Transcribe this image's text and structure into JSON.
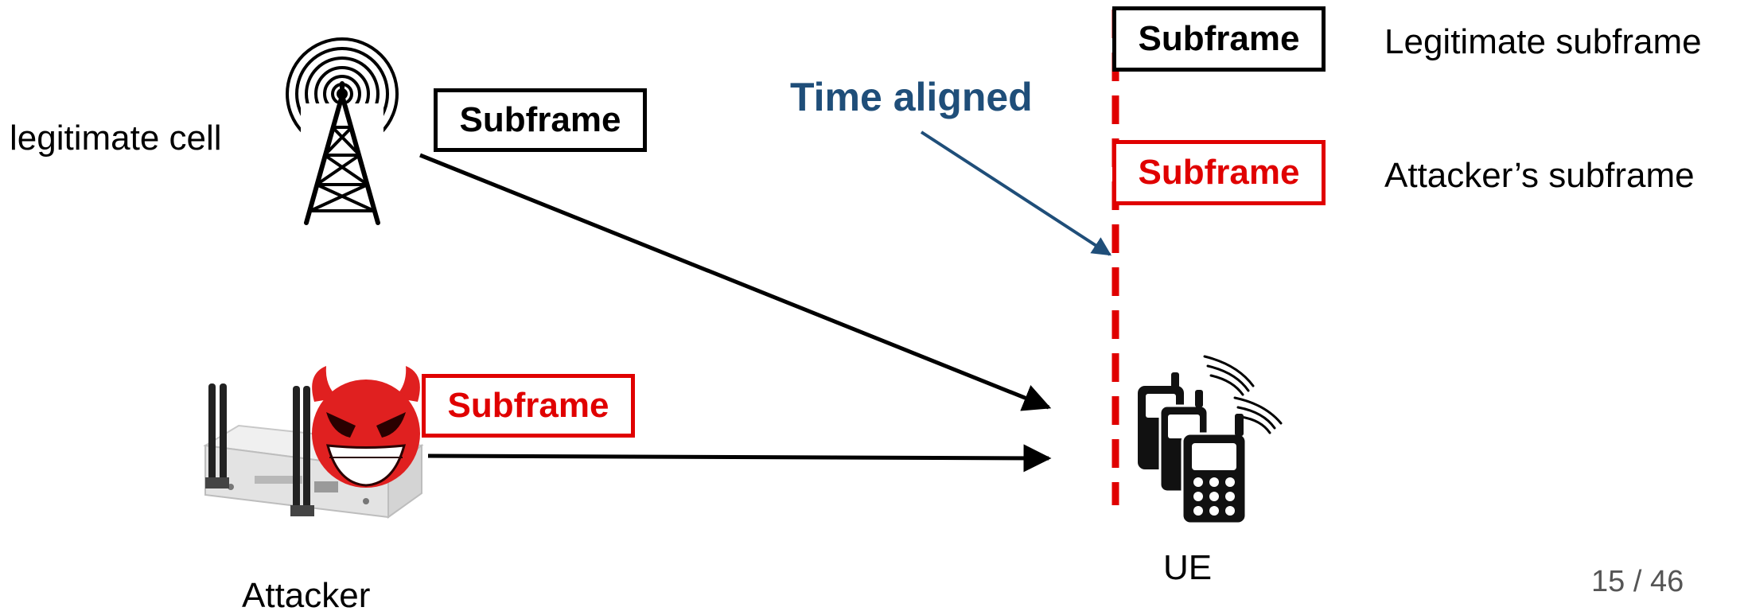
{
  "labels": {
    "legitimate_cell": "legitimate cell",
    "attacker": "Attacker",
    "ue": "UE",
    "time_aligned": "Time aligned"
  },
  "subframes": {
    "cell": "Subframe",
    "attacker": "Subframe",
    "legend_legitimate": "Subframe",
    "legend_attacker": "Subframe"
  },
  "legend": {
    "legitimate": "Legitimate subframe",
    "attacker": "Attacker’s subframe"
  },
  "page": {
    "current": "15",
    "separator": "/",
    "total": "46"
  },
  "colors": {
    "legitimate": "#000000",
    "attacker": "#e00000",
    "annotation": "#1f4e79"
  },
  "icons": [
    "cell-tower-icon",
    "router-device-icon",
    "devil-face-icon",
    "mobile-phones-icon"
  ]
}
